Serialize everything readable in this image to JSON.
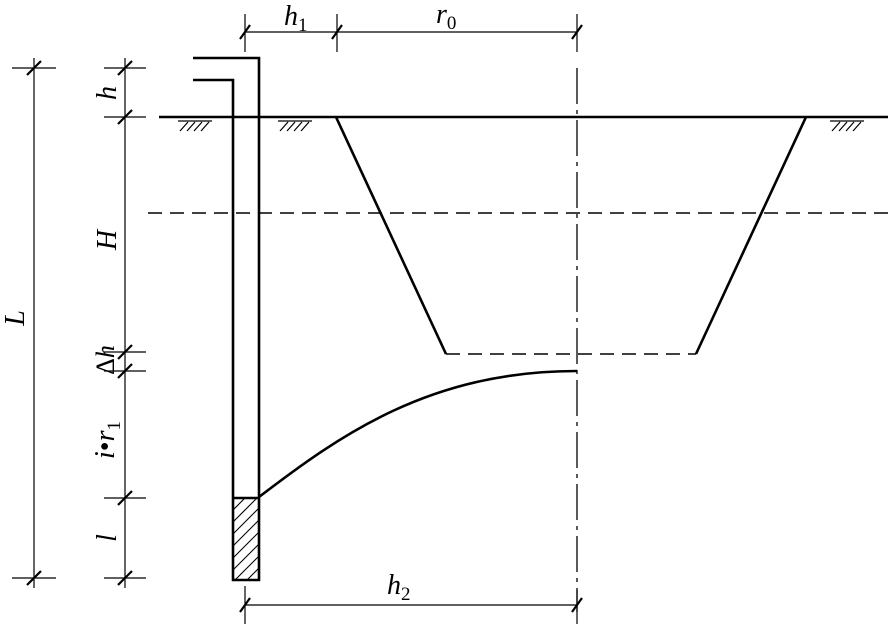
{
  "labels": {
    "h1": "h",
    "h1_sub": "1",
    "r0": "r",
    "r0_sub": "0",
    "h": "h",
    "H": "H",
    "dh_delta": "Δ",
    "dh_h": "h",
    "ir_i": "i",
    "ir_dot": "•",
    "ir_r": "r",
    "ir_sub": "1",
    "l": "l",
    "L": "L",
    "h2": "h",
    "h2_sub": "2"
  }
}
